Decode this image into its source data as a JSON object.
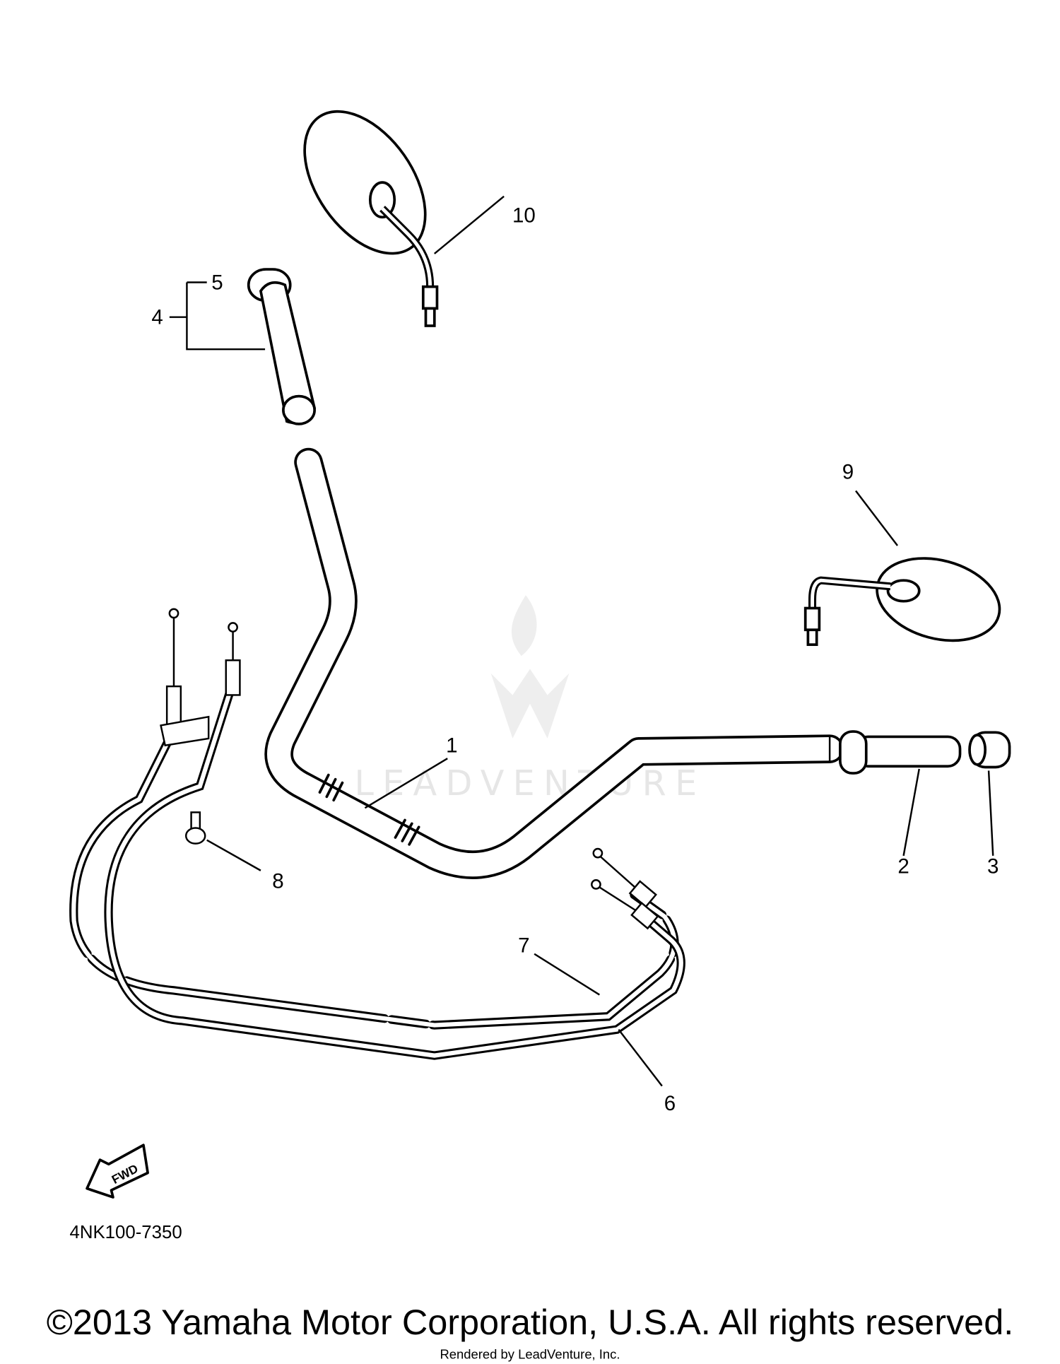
{
  "diagram": {
    "callouts": [
      "1",
      "2",
      "3",
      "4",
      "5",
      "6",
      "7",
      "8",
      "9",
      "10"
    ],
    "forward_arrow_label": "FWD",
    "diagram_code": "4NK100-7350",
    "watermark": "LEADVENTURE",
    "copyright": "©2013 Yamaha Motor Corporation, U.S.A. All rights reserved.",
    "rendered_by": "Rendered by LeadVenture, Inc."
  }
}
